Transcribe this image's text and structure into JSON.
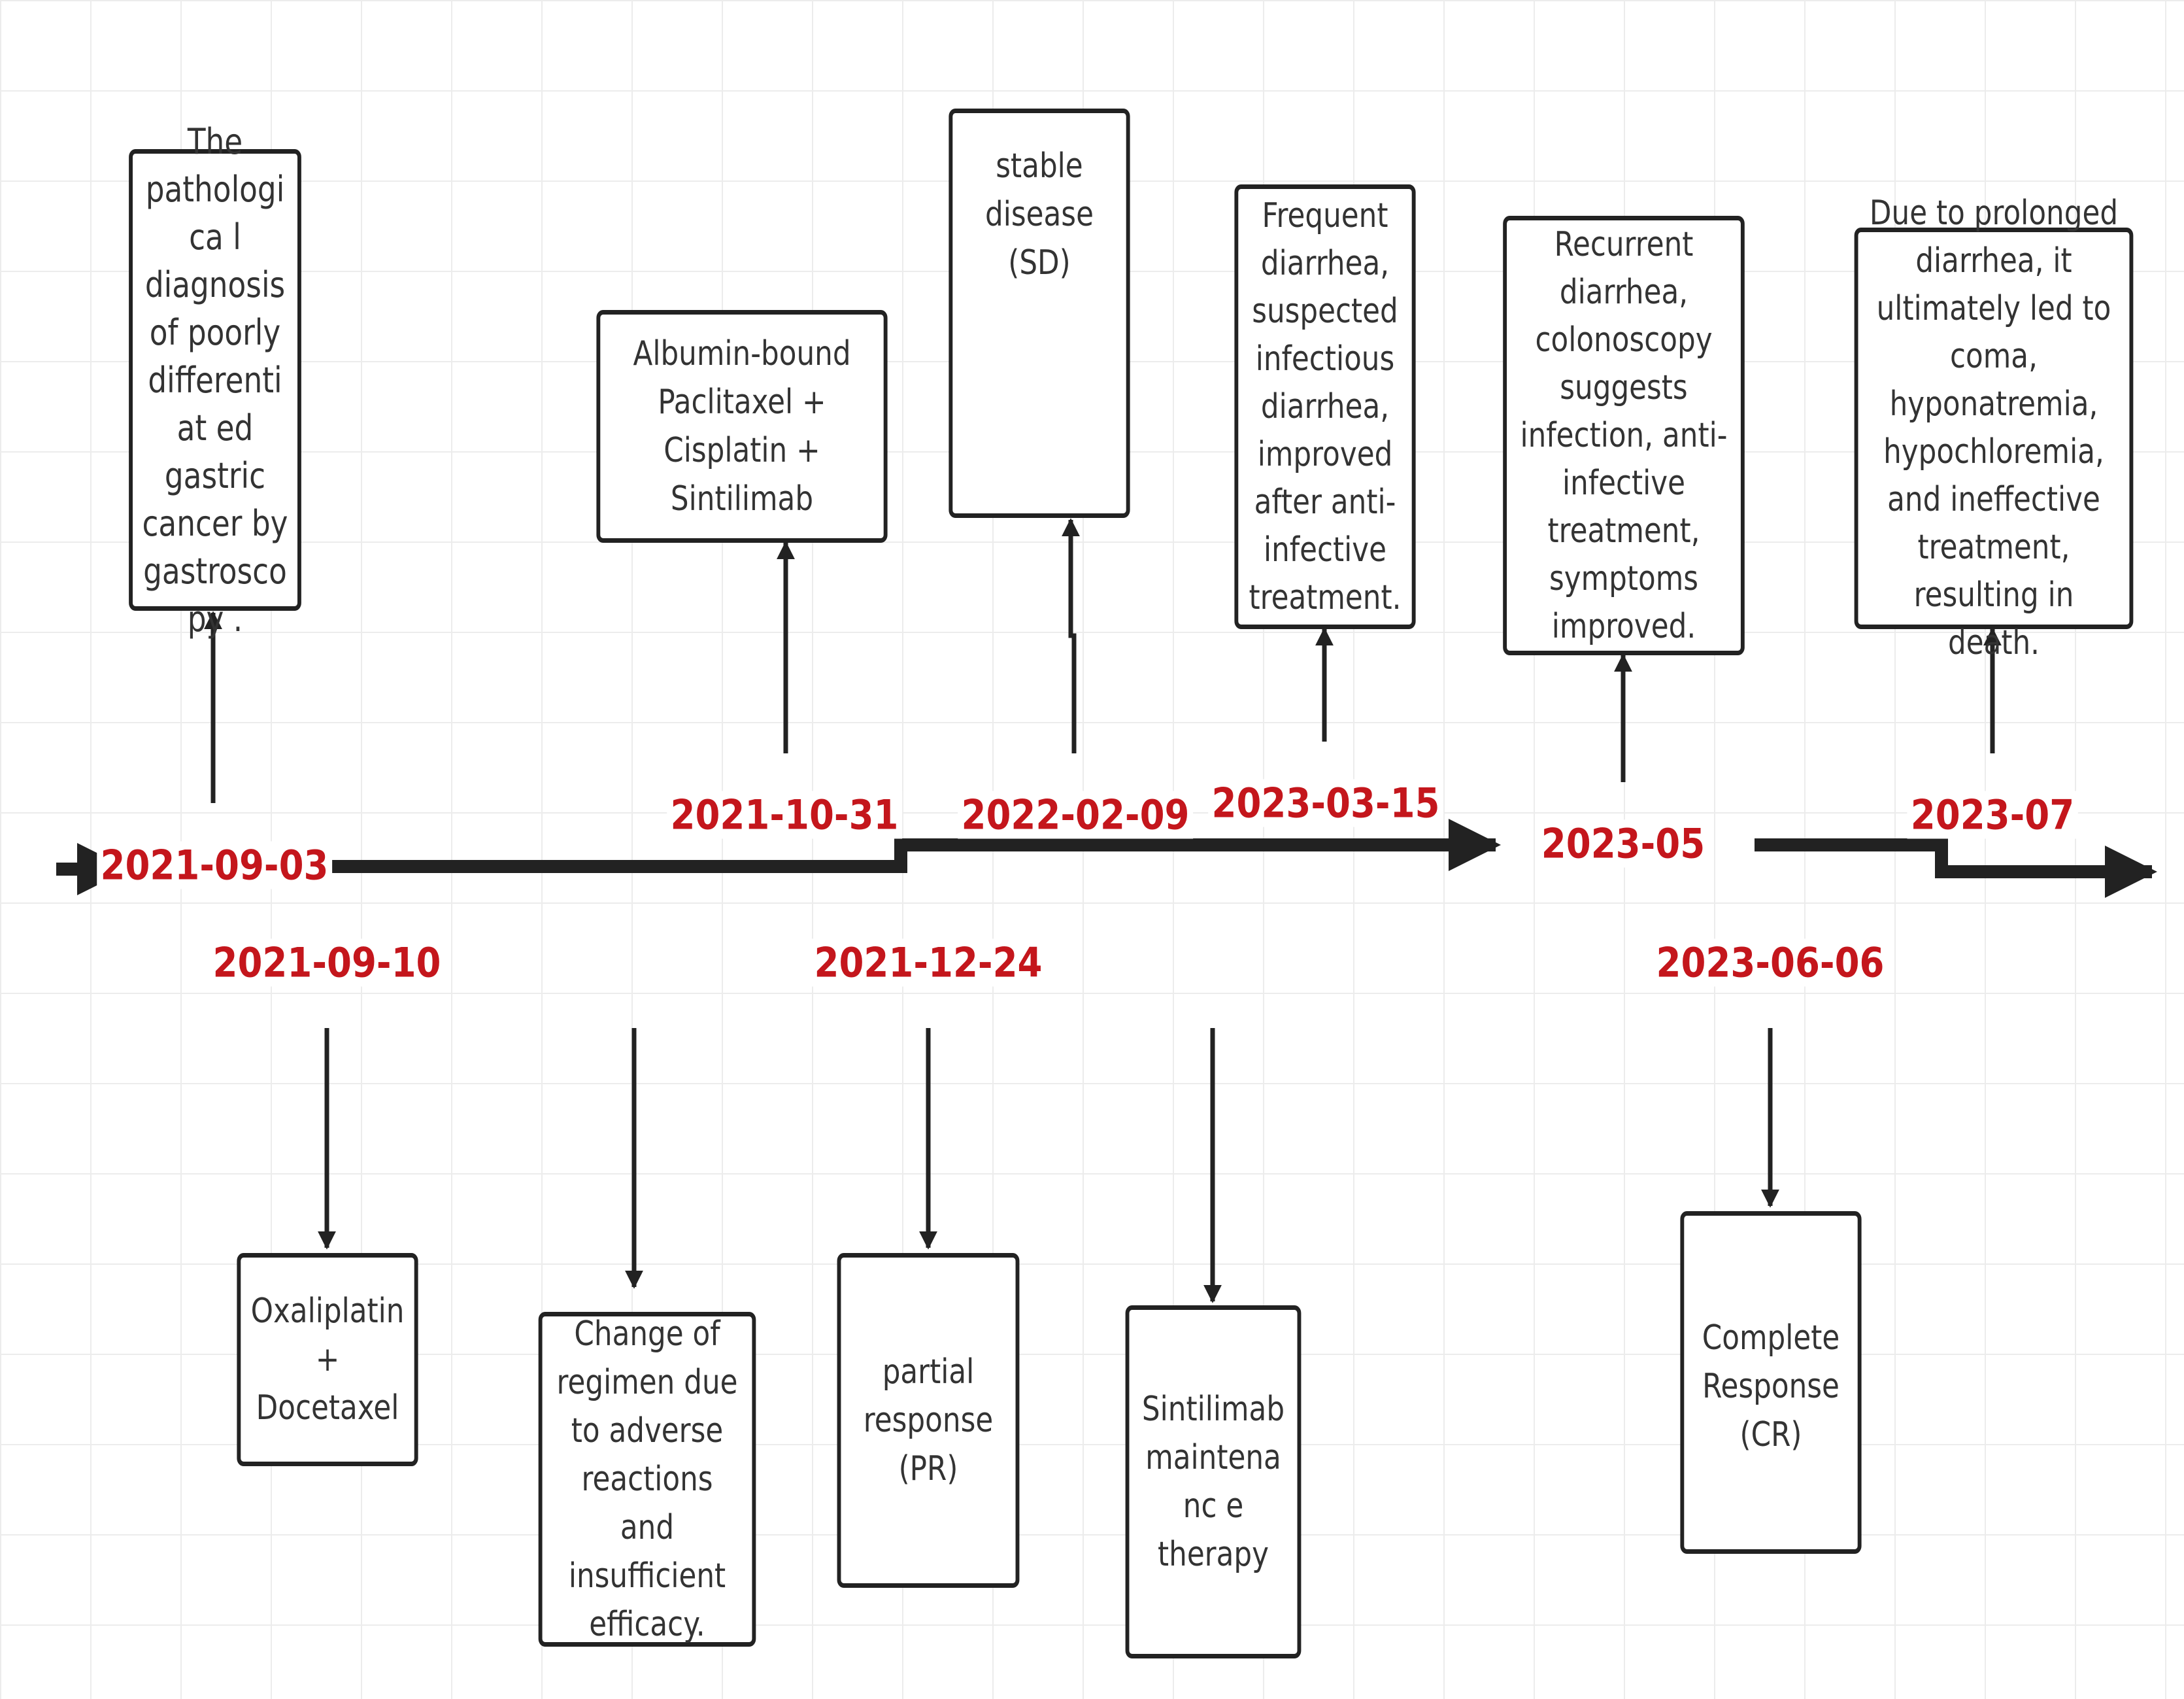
{
  "events": [
    {
      "id": "e1",
      "date": "2021-09-03",
      "text": "The pathologica l diagnosis of poorly differentiat ed gastric cancer by gastroscopy ."
    },
    {
      "id": "e2",
      "date": "2021-09-10",
      "text": "Oxaliplatin + Docetaxel"
    },
    {
      "id": "e3",
      "date": "",
      "text": "Change of regimen due to adverse reactions and insufficient efficacy."
    },
    {
      "id": "e4",
      "date": "2021-10-31",
      "text": "Albumin-bound Paclitaxel + Cisplatin + Sintilimab"
    },
    {
      "id": "e5",
      "date": "2021-12-24",
      "text": "partial response (PR)"
    },
    {
      "id": "e6",
      "date": "2022-02-09",
      "text": "stable disease (SD)"
    },
    {
      "id": "e7",
      "date": "",
      "text": "Sintilimab maintenanc e therapy"
    },
    {
      "id": "e8",
      "date": "2023-03-15",
      "text": "Frequent diarrhea, suspected infectious diarrhea, improved after anti-infective treatment."
    },
    {
      "id": "e9",
      "date": "2023-05",
      "text": "Recurrent diarrhea, colonoscopy suggests infection, anti-infective treatment, symptoms improved."
    },
    {
      "id": "e10",
      "date": "2023-06-06",
      "text": "Complete Response (CR)"
    },
    {
      "id": "e11",
      "date": "2023-07",
      "text": "Due to prolonged diarrhea, it ultimately led to coma, hyponatremia, hypochloremia, and ineffective treatment, resulting in death."
    }
  ],
  "colors": {
    "date": "#c4161c",
    "line": "#222222",
    "box_border": "#222222",
    "text": "#333333",
    "grid": "#ececec"
  }
}
